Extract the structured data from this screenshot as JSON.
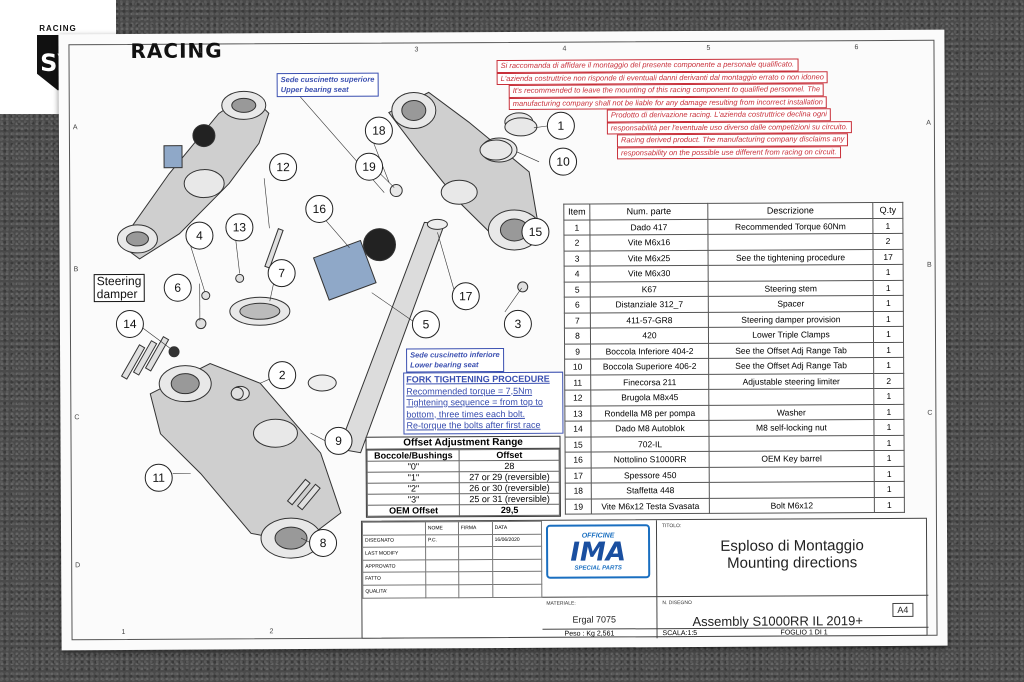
{
  "logo": {
    "racing_small": "RACING",
    "mark": "SV"
  },
  "header": {
    "brand": "RACING"
  },
  "columns": [
    "1",
    "2",
    "3",
    "4",
    "5",
    "6"
  ],
  "rows": [
    "A",
    "B",
    "C",
    "D"
  ],
  "warning": {
    "lines": [
      "Si raccomanda di affidare il montaggio del presente componente a personale qualificato.",
      "L'azienda costruttrice non risponde di eventuali danni derivanti dal montaggio errato o non idoneo",
      "It's recommended to leave the mounting of this racing component to qualified personnel. The",
      "manufacturing company shall not be liable for any damage resulting from incorrect installation",
      "Prodotto di derivazione racing. L'azienda costruttrice declina ogni",
      "responsabilità per l'eventuale uso diverso dalle competizioni su circuito.",
      "Racing derived product. The manufacturing company disclaims any",
      "responsability on the possible use different from racing on circuit."
    ]
  },
  "notes": {
    "upper_bearing": [
      "Sede cuscinetto superiore",
      "Upper bearing seat"
    ],
    "lower_bearing": [
      "Sede cuscinetto inferiore",
      "Lower bearing seat"
    ],
    "steering_damper": [
      "Steering",
      "damper"
    ]
  },
  "fork": {
    "title": "FORK TIGHTENING PROCEDURE",
    "lines": [
      "Recommended torque = 7,5Nm",
      "Tightening sequence = from top to",
      "bottom, three times each bolt.",
      "Re-torque the bolts after first race"
    ]
  },
  "offset_table": {
    "title": "Offset Adjustment Range",
    "headers": [
      "Boccole/Bushings",
      "Offset"
    ],
    "rows": [
      [
        "\"0\"",
        "28"
      ],
      [
        "\"1\"",
        "27 or 29 (reversible)"
      ],
      [
        "\"2\"",
        "26 or 30 (reversible)"
      ],
      [
        "\"3\"",
        "25 or 31 (reversible)"
      ]
    ],
    "oem_label": "OEM Offset",
    "oem_value": "29,5"
  },
  "parts_table": {
    "headers": [
      "Item",
      "Num. parte",
      "Descrizione",
      "Q.ty"
    ],
    "rows": [
      [
        "1",
        "Dado 417",
        "Recommended Torque 60Nm",
        "1"
      ],
      [
        "2",
        "Vite M6x16",
        "",
        "2"
      ],
      [
        "3",
        "Vite M6x25",
        "See the tightening procedure",
        "17"
      ],
      [
        "4",
        "Vite M6x30",
        "",
        "1"
      ],
      [
        "5",
        "K67",
        "Steering stem",
        "1"
      ],
      [
        "6",
        "Distanziale 312_7",
        "Spacer",
        "1"
      ],
      [
        "7",
        "411-57-GR8",
        "Steering damper provision",
        "1"
      ],
      [
        "8",
        "420",
        "Lower Triple Clamps",
        "1"
      ],
      [
        "9",
        "Boccola Inferiore 404-2",
        "See the Offset Adj Range Tab",
        "1"
      ],
      [
        "10",
        "Boccola Superiore 406-2",
        "See the Offset Adj Range Tab",
        "1"
      ],
      [
        "11",
        "Finecorsa 211",
        "Adjustable steering limiter",
        "2"
      ],
      [
        "12",
        "Brugola M8x45",
        "",
        "1"
      ],
      [
        "13",
        "Rondella M8 per pompa",
        "Washer",
        "1"
      ],
      [
        "14",
        "Dado M8 Autoblok",
        "M8 self-locking nut",
        "1"
      ],
      [
        "15",
        "702-IL",
        "",
        "1"
      ],
      [
        "16",
        "Nottolino S1000RR",
        "OEM Key barrel",
        "1"
      ],
      [
        "17",
        "Spessore 450",
        "",
        "1"
      ],
      [
        "18",
        "Staffetta 448",
        "",
        "1"
      ],
      [
        "19",
        "Vite M6x12 Testa Svasata",
        "Bolt M6x12",
        "1"
      ]
    ]
  },
  "title_block": {
    "header_cols": [
      "",
      "NOME",
      "FIRMA",
      "DATA"
    ],
    "rows": [
      [
        "DISEGNATO",
        "P.C.",
        "",
        "16/06/2020"
      ],
      [
        "LAST MODIFY",
        "",
        "",
        ""
      ],
      [
        "APPROVATO",
        "",
        "",
        ""
      ],
      [
        "FATTO",
        "",
        "",
        ""
      ],
      [
        "QUALITA'",
        "",
        "",
        ""
      ]
    ],
    "logo_top": "OFFICINE",
    "logo_main": "IMA",
    "logo_bottom": "SPECIAL PARTS",
    "titolo_label": "TITOLO:",
    "title_it": "Esploso di Montaggio",
    "title_en": "Mounting directions",
    "material_label": "MATERIALE:",
    "material": "Ergal 7075",
    "ndisegno_label": "N. DISEGNO",
    "assembly": "Assembly S1000RR IL 2019+",
    "size": "A4",
    "peso": "Peso : Kg 2,561",
    "scala": "SCALA:1:5",
    "foglio": "FOGLIO 1 DI 1"
  },
  "callouts": [
    "1",
    "2",
    "3",
    "4",
    "5",
    "6",
    "7",
    "8",
    "9",
    "10",
    "11",
    "12",
    "13",
    "14",
    "15",
    "16",
    "17",
    "18",
    "19"
  ]
}
